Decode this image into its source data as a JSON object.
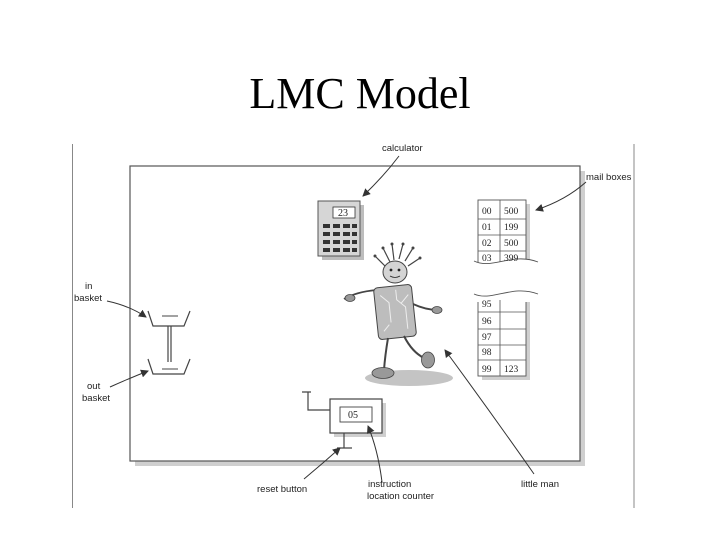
{
  "slide": {
    "title": "LMC Model"
  },
  "figure": {
    "calculator": {
      "display": "23",
      "label": "calculator"
    },
    "mailboxes": {
      "label": "mail boxes",
      "top_rows": [
        {
          "addr": "00",
          "value": "500"
        },
        {
          "addr": "01",
          "value": "199"
        },
        {
          "addr": "02",
          "value": "500"
        },
        {
          "addr": "03",
          "value": "399"
        }
      ],
      "bottom_rows": [
        {
          "addr": "95",
          "value": ""
        },
        {
          "addr": "96",
          "value": ""
        },
        {
          "addr": "97",
          "value": ""
        },
        {
          "addr": "98",
          "value": ""
        },
        {
          "addr": "99",
          "value": "123"
        }
      ]
    },
    "in_basket_label": [
      "in",
      "basket"
    ],
    "out_basket_label": [
      "out",
      "basket"
    ],
    "counter": {
      "value": "05",
      "label": [
        "instruction",
        "location counter"
      ]
    },
    "reset_button_label": "reset button",
    "little_man_label": "little man"
  }
}
